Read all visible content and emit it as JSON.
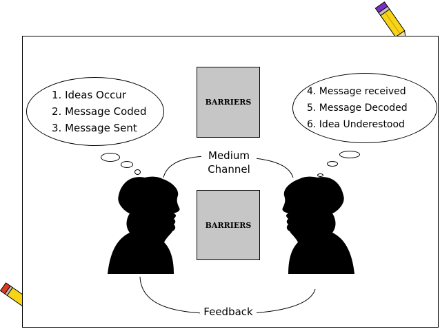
{
  "sender_bubble": {
    "lines": [
      "1. Ideas Occur",
      "2. Message Coded",
      "3. Message Sent"
    ]
  },
  "receiver_bubble": {
    "lines": [
      "4. Message received",
      "5. Message Decoded",
      "6. Idea Underestood"
    ]
  },
  "barriers": {
    "top_label": "BARRIERS",
    "bottom_label": "BARRIERS"
  },
  "medium": {
    "line1": "Medium",
    "line2": "Channel"
  },
  "feedback": {
    "label": "Feedback"
  },
  "colors": {
    "silhouette": "#000000",
    "barrier_fill": "#c6c6c6",
    "pencil_yellow": "#f7d417",
    "pencil_red": "#e03a1e",
    "pencil_purple": "#7b2fbf"
  }
}
